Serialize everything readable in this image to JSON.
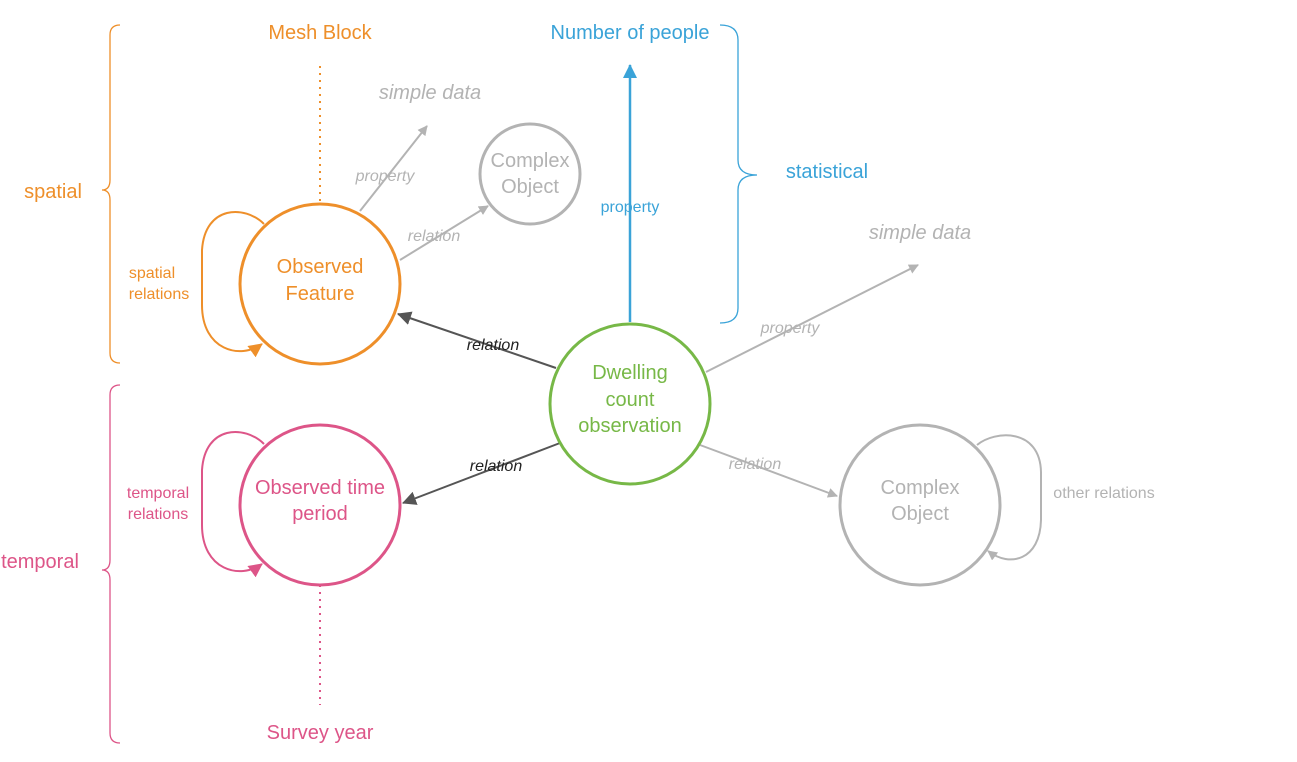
{
  "colors": {
    "spatial": "#ee8f2a",
    "temporal": "#dd5588",
    "statistical": "#3aa3d8",
    "observation": "#77b847",
    "grey": "#b3b3b3",
    "dark": "#555555"
  },
  "groups": {
    "spatial": "spatial",
    "temporal": "temporal",
    "statistical": "statistical"
  },
  "nodes": {
    "observed_feature": [
      "Observed",
      "Feature"
    ],
    "observed_time": [
      "Observed time",
      "period"
    ],
    "observation": [
      "Dwelling",
      "count",
      "observation"
    ],
    "complex_object_top": [
      "Complex",
      "Object"
    ],
    "complex_object_right": [
      "Complex",
      "Object"
    ]
  },
  "values": {
    "mesh_block": "Mesh Block",
    "survey_year": "Survey year",
    "number_of_people": "Number of people",
    "simple_data_top": "simple data",
    "simple_data_right": "simple data"
  },
  "edges": {
    "feature_property": "property",
    "feature_relation": "relation",
    "obs_to_feature": "relation",
    "obs_to_time": "relation",
    "obs_property_people": "property",
    "obs_property_simple": "property",
    "obs_relation_complex": "relation"
  },
  "loops": {
    "spatial_relations": [
      "spatial",
      "relations"
    ],
    "temporal_relations": [
      "temporal",
      "relations"
    ],
    "other_relations": "other relations"
  }
}
